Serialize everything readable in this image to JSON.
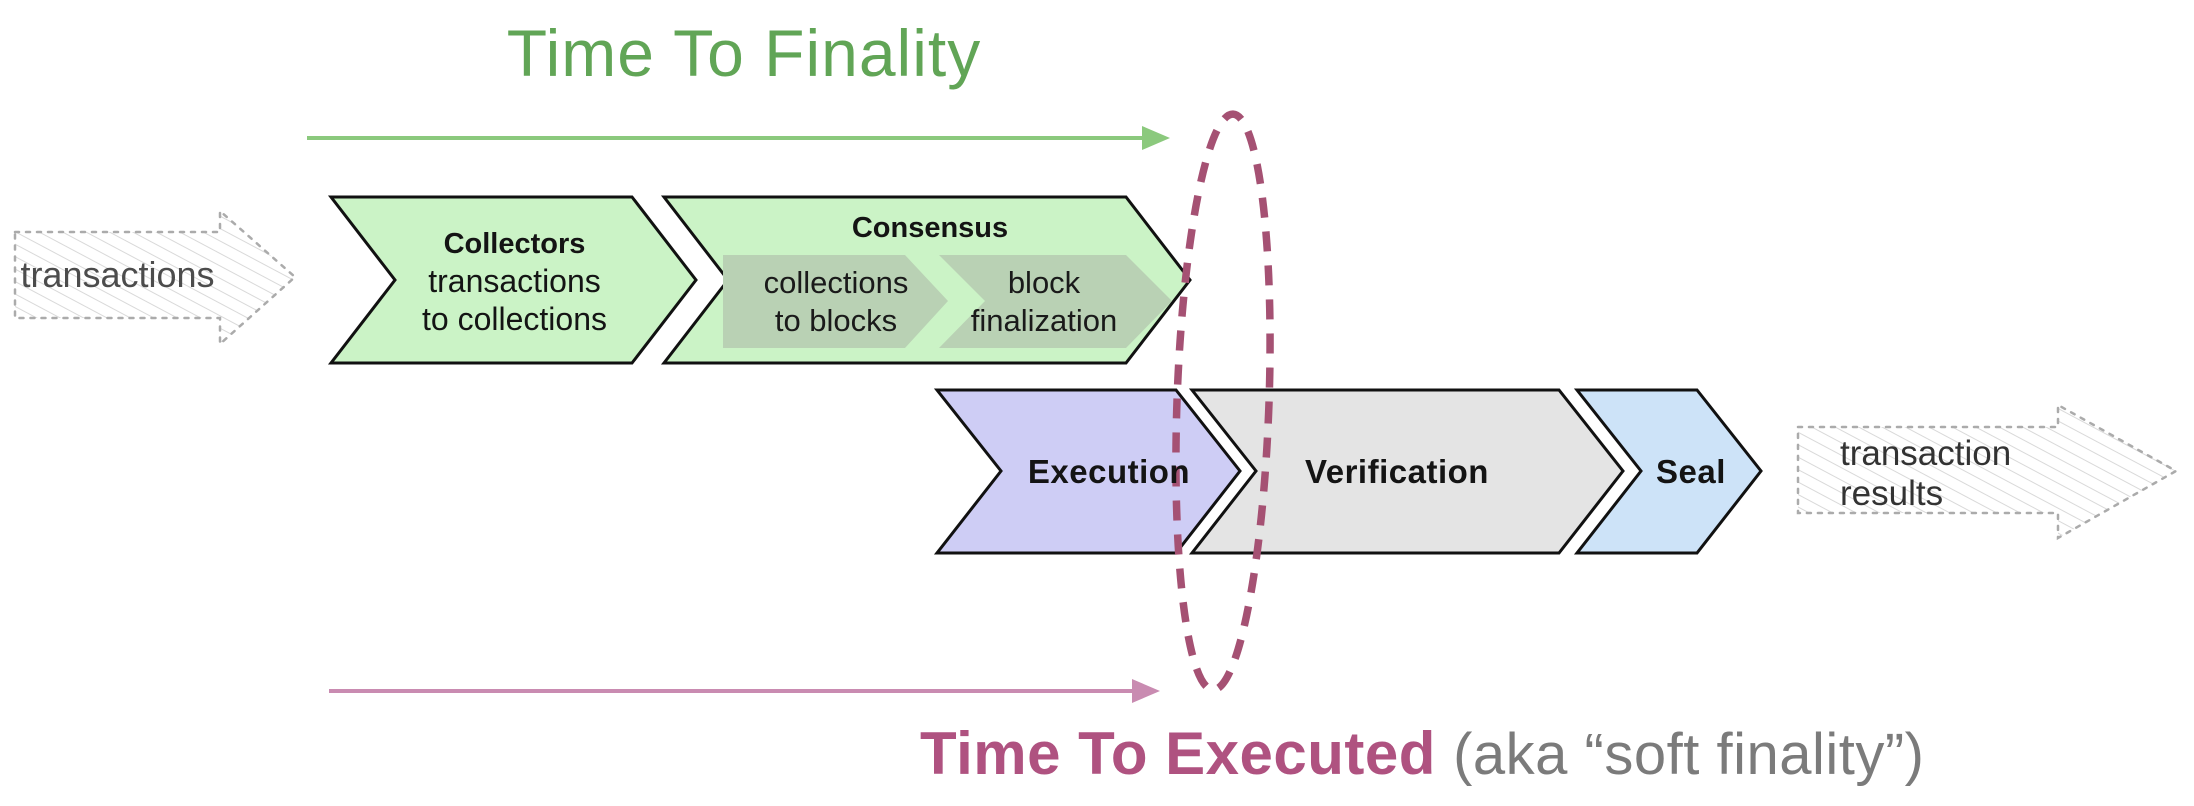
{
  "diagram": {
    "top_title": "Time To Finality",
    "bottom_title": "Time To Executed",
    "bottom_note": "(aka “soft finality”)",
    "input_arrow": {
      "label": "transactions"
    },
    "output_arrow": {
      "line1": "transaction",
      "line2": "results"
    },
    "stages": {
      "collectors": {
        "title": "Collectors",
        "line1": "transactions",
        "line2": "to collections"
      },
      "consensus": {
        "title": "Consensus",
        "sub_stages": [
          {
            "line1": "collections",
            "line2": "to blocks"
          },
          {
            "line1": "block",
            "line2": "finalization"
          }
        ]
      },
      "execution": {
        "title": "Execution"
      },
      "verification": {
        "title": "Verification"
      },
      "seal": {
        "title": "Seal"
      }
    },
    "colors": {
      "green_title": "#61a556",
      "green_arrow": "#8bc97d",
      "stage_green": "#cbf3c6",
      "stage_green_sub": "#b9d1b4",
      "stage_purple": "#cecdf5",
      "stage_gray": "#e4e4e4",
      "stage_blue": "#cde3f8",
      "outline": "#111111",
      "rose_dashed_ellipse": "#a55173",
      "pink_arrow": "#c98bb1",
      "magenta_title": "#af5280",
      "note_gray": "#7b7b7b",
      "sketch_border": "#ababab",
      "sketch_hatch": "#d9d9d9",
      "sketch_text": "#4c4c4c",
      "output_text": "#333333"
    }
  }
}
